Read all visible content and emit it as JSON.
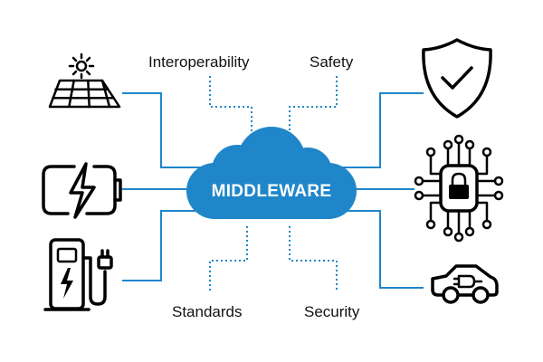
{
  "center": {
    "label": "MIDDLEWARE"
  },
  "concepts": {
    "top_left": "Interoperability",
    "top_right": "Safety",
    "bottom_left": "Standards",
    "bottom_right": "Security"
  },
  "icons": {
    "left": [
      "solar-panel-icon",
      "battery-charging-icon",
      "ev-charger-icon"
    ],
    "right": [
      "shield-check-icon",
      "circuit-lock-icon",
      "electric-car-icon"
    ]
  },
  "colors": {
    "accent": "#1f86c9",
    "cloud": "#1f86c9",
    "icons": "#000000"
  }
}
